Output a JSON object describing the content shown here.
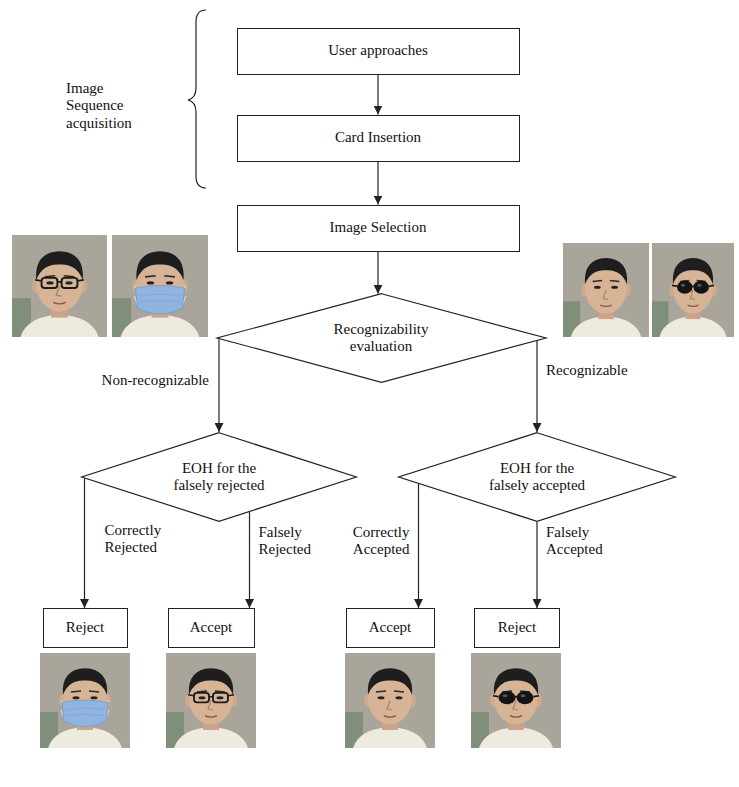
{
  "diagram": {
    "nodes": [
      {
        "text": [
          "User approaches"
        ]
      },
      {
        "text": [
          "Card Insertion"
        ]
      },
      {
        "text": [
          "Image Selection"
        ]
      },
      {
        "text": [
          "Recognizability evaluation"
        ]
      },
      {
        "text": [
          "EOH for the falsely rejected"
        ]
      },
      {
        "text": [
          "EOH for the falsely accepted"
        ]
      },
      {
        "text": [
          "Reject"
        ]
      },
      {
        "text": [
          "Accept"
        ]
      },
      {
        "text": [
          "Accept"
        ]
      },
      {
        "text": [
          "Reject"
        ]
      }
    ],
    "edges": [
      {
        "from": 0,
        "to": 1,
        "arrow": "to"
      },
      {
        "from": 1,
        "to": 2,
        "arrow": "to"
      },
      {
        "from": 2,
        "to": 3,
        "arrow": "to"
      },
      {
        "from": 3,
        "to": 4,
        "label": "Non-recognizable",
        "arrow": "to"
      },
      {
        "from": 3,
        "to": 5,
        "label": "Recognizable",
        "arrow": "to"
      },
      {
        "from": 4,
        "to": 6,
        "label": "Correctly Rejected",
        "arrow": "to"
      },
      {
        "from": 4,
        "to": 7,
        "label": "Falsely Rejected",
        "arrow": "to"
      },
      {
        "from": 5,
        "to": 8,
        "label": "Correctly Accepted",
        "arrow": "to"
      },
      {
        "from": 5,
        "to": 9,
        "label": "Falsely Accepted",
        "arrow": "to"
      }
    ],
    "labels": [
      "Image Sequence acquisition"
    ]
  }
}
